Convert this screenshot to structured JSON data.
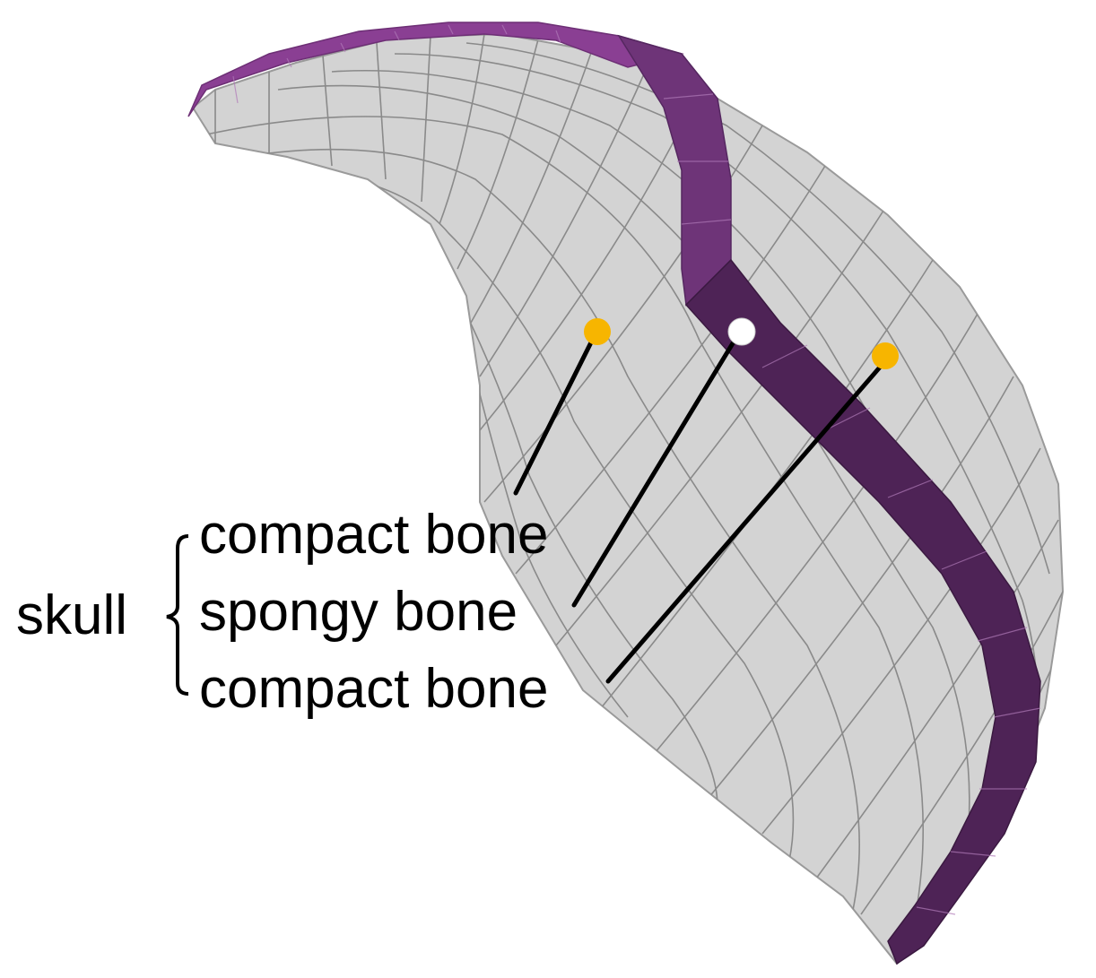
{
  "labels": {
    "skull": "skull",
    "layer_top": "compact bone",
    "layer_middle": "spongy bone",
    "layer_bottom": "compact bone"
  },
  "colors": {
    "mesh_fill": "#d3d3d3",
    "mesh_line": "#8a8a8a",
    "cortical_band_top": "#8a3f93",
    "cortical_band_mid": "#5a2a63",
    "cortical_band_dark": "#4a2050",
    "compact_marker": "#f7b500",
    "spongy_marker": "#ffffff",
    "leader_line": "#000000"
  }
}
